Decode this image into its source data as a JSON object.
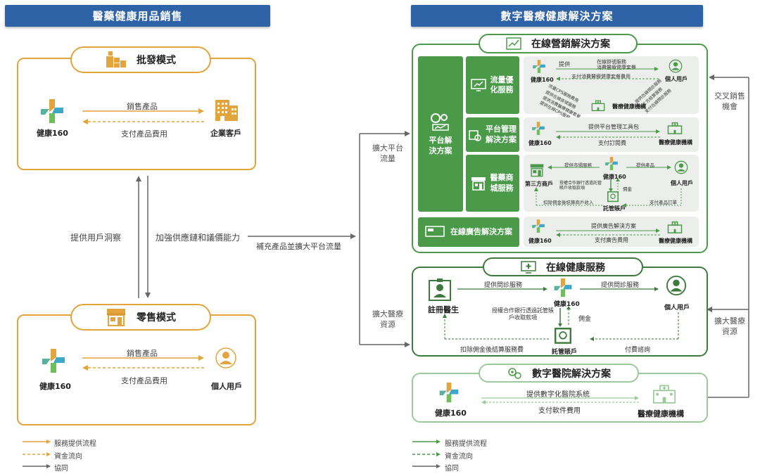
{
  "left": {
    "header": "醫藥健康用品銷售",
    "wholesale": {
      "title": "批發模式",
      "brand": "健康160",
      "client": "企業客戶",
      "top_arrow": "銷售產品",
      "bottom_arrow": "支付產品費用"
    },
    "retail": {
      "title": "零售模式",
      "brand": "健康160",
      "client": "個人用戶",
      "top_arrow": "銷售產品",
      "bottom_arrow": "支付產品費用"
    },
    "middle": {
      "up_label": "提供用戶洞察",
      "down_label": "加強供應鏈和議價能力"
    },
    "legend": {
      "service": "服務提供流程",
      "fund": "資金流向",
      "synergy": "協同"
    }
  },
  "center_arrow": "補充產品並擴大平台流量",
  "right": {
    "header": "數字醫療健康解決方案",
    "online_marketing": {
      "title": "在線營銷解決方案",
      "platform_button": "平台解決方案",
      "traffic_button": "流量優化服務",
      "mgmt_button": "平台管理解決方案",
      "mall_button": "醫藥商城服務",
      "ads_button": "在線廣告解決方案",
      "traffic_panel": {
        "brand": "健康160",
        "user": "個人用戶",
        "inst": "醫療健康機構",
        "provide": "提供",
        "item1": "在線掛號服務",
        "item2": "消費醫療健康套餐",
        "pay": "支付消費醫療健康套餐費用",
        "diag1": "流量CPS服務費用",
        "diag2": "提供在線掛號服務",
        "diag3": "提供消費醫療健康套餐",
        "diag4": "提供在線CPS服務",
        "diag5": "提供在線問診服務",
        "diag6": "第三方結算服務",
        "diag7": "支付在線問診服務"
      },
      "mgmt_panel": {
        "brand": "健康160",
        "inst": "醫療健康機構",
        "top": "提供平台管理工具包",
        "bottom": "支付訂閱費"
      },
      "mall_panel": {
        "brand": "健康160",
        "shop": "第三方商戶",
        "user": "個人用戶",
        "escrow": "託管賬戶",
        "left_top": "提供市場服務",
        "left_mid": "授權合作銀行透過託管賬戶收取款項",
        "right_top": "提供產品",
        "commission": "佣金",
        "right_bottom": "支付產品訂單",
        "bottom": "扣除佣金後結算商戶收入"
      },
      "ads_panel": {
        "brand": "健康160",
        "inst": "醫療健康機構",
        "top": "提供廣告解決方案",
        "bottom": "支付廣告費用"
      }
    },
    "online_health": {
      "title": "在線健康服務",
      "doctor": "註冊醫生",
      "brand": "健康160",
      "user": "個人用戶",
      "escrow": "託管賬戶",
      "left_top": "提供問診服務",
      "right_top": "提供問診服務",
      "bank": "授權合作銀行透過託管賬戶收取款項",
      "commission": "佣金",
      "pay": "付費諮詢",
      "settle": "扣除佣金後結算服務費"
    },
    "digital_hospital": {
      "title": "數字醫院解決方案",
      "brand": "健康160",
      "inst": "醫療健康機構",
      "top": "提供數字化醫院系統",
      "bottom": "支付軟件費用"
    },
    "side_left_top": "擴大平台流量",
    "side_left_bottom": "擴大醫療資源",
    "side_right_top": "交叉銷售機會",
    "side_right_bottom": "擴大醫療資源",
    "legend": {
      "service": "服務提供流程",
      "fund": "資金流向",
      "synergy": "協同"
    }
  },
  "colors": {
    "header_blue": "#2e63a8",
    "orange": "#e3a33d",
    "green": "#4a9a4a",
    "gray": "#666666"
  }
}
